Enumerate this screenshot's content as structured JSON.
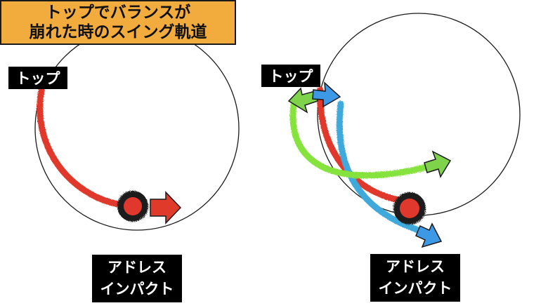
{
  "title": {
    "line1": "トップでバランスが",
    "line2": "崩れた時のスイング軌道"
  },
  "left_panel": {
    "top_label": "トップ",
    "address_label": {
      "line1": "アドレス",
      "line2": "インパクト"
    }
  },
  "right_panel": {
    "top_label": "トップ",
    "address_label": {
      "line1": "アドレス",
      "line2": "インパクト"
    }
  },
  "colors": {
    "title_bg": "#f2ac3e",
    "red_path": "#e0382c",
    "green_path": "#86e23e",
    "blue_path": "#3fa9dc",
    "arrow_red": "#e03a2a",
    "arrow_green": "#7fd34a",
    "arrow_blue": "#3d98e6"
  }
}
